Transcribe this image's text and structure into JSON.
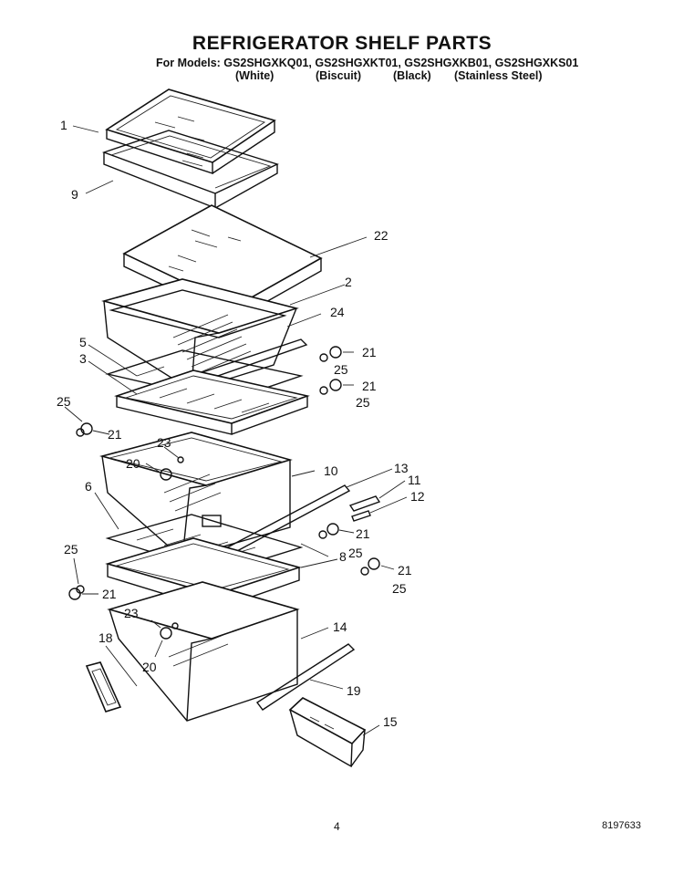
{
  "title": "REFRIGERATOR SHELF PARTS",
  "models_line": "For Models: GS2SHGXKQ01, GS2SHGXKT01, GS2SHGXKB01, GS2SHGXKS01",
  "colors": [
    "(White)",
    "(Biscuit)",
    "(Black)",
    "(Stainless Steel)"
  ],
  "page_number": "4",
  "doc_number": "8197633",
  "callouts": {
    "c1": "1",
    "c9": "9",
    "c22": "22",
    "c2": "2",
    "c24": "24",
    "c5": "5",
    "c3": "3",
    "c21a": "21",
    "c25a": "25",
    "c21b": "21",
    "c25b": "25",
    "c25c": "25",
    "c21c": "21",
    "c23a": "23",
    "c20a": "20",
    "c10": "10",
    "c13": "13",
    "c11": "11",
    "c12": "12",
    "c6": "6",
    "c21d": "21",
    "c25d": "25",
    "c8": "8",
    "c25e": "25",
    "c21e": "21",
    "c21f": "21",
    "c25f": "25",
    "c23b": "23",
    "c14": "14",
    "c18": "18",
    "c20b": "20",
    "c19": "19",
    "c15": "15"
  }
}
